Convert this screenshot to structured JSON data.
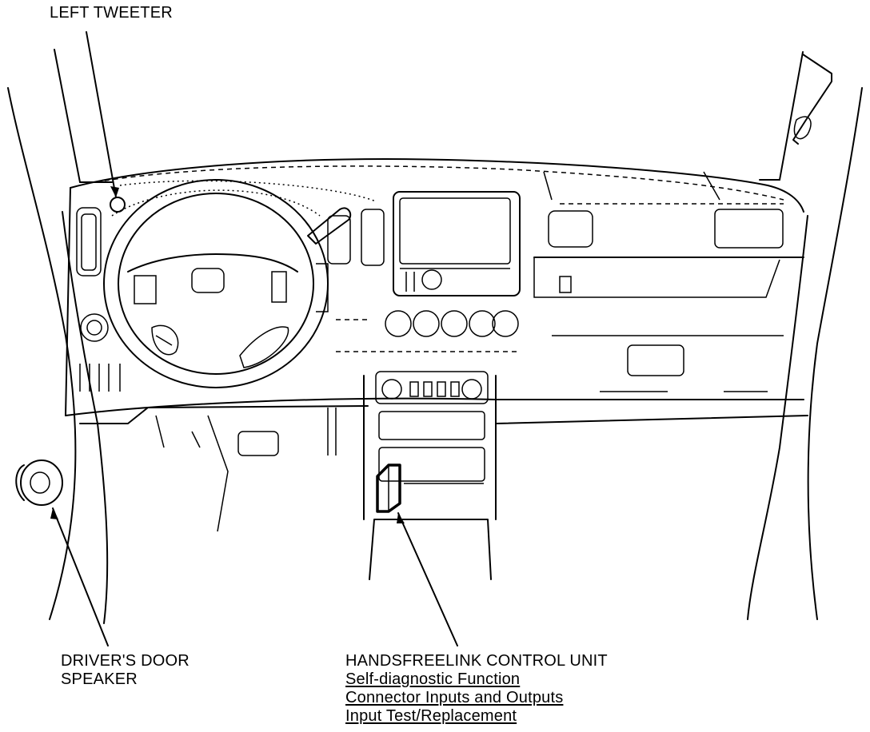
{
  "labels": {
    "left_tweeter": "LEFT TWEETER",
    "drivers_door_speaker_line1": "DRIVER'S DOOR",
    "drivers_door_speaker_line2": "SPEAKER",
    "handsfreelink_unit": "HANDSFREELINK CONTROL UNIT"
  },
  "links": [
    "Self-diagnostic Function",
    "Connector Inputs and Outputs",
    "Input Test/Replacement"
  ],
  "colors": {
    "ink": "#000000",
    "background": "#ffffff"
  }
}
